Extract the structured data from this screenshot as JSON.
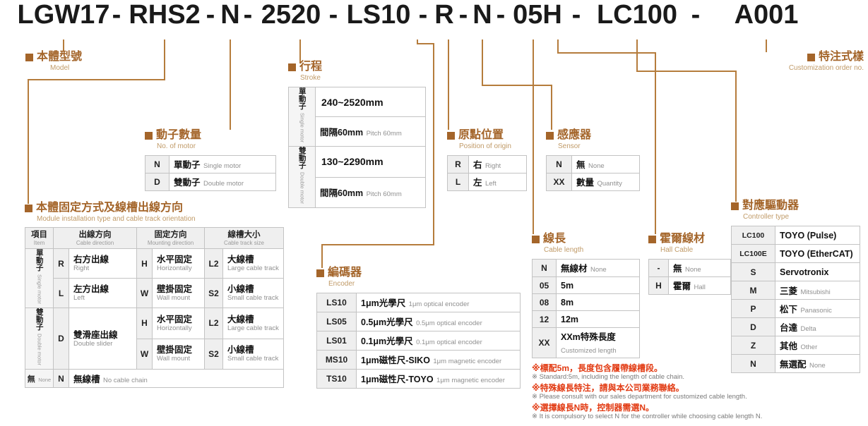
{
  "colors": {
    "accent": "#A4652A",
    "accent_light": "#C09A67",
    "line": "#B57C3C",
    "red": "#E23A12"
  },
  "model_code": {
    "separator": "-",
    "segments": [
      "LGW17",
      "RHS2",
      "N",
      "2520",
      "LS10",
      "R",
      "N",
      "05H",
      "LC100",
      "A001"
    ]
  },
  "sections": {
    "model": {
      "title": "本體型號",
      "subtitle": "Model"
    },
    "custom": {
      "title": "特注式樣",
      "subtitle": "Customization order no."
    },
    "motor_count": {
      "title": "動子數量",
      "subtitle": "No. of motor",
      "rows": [
        {
          "code": "N",
          "zh": "單動子",
          "en": "Single motor"
        },
        {
          "code": "D",
          "zh": "雙動子",
          "en": "Double motor"
        }
      ]
    },
    "stroke": {
      "title": "行程",
      "subtitle": "Stroke",
      "groups": [
        {
          "zh": "單動子",
          "en": "Single motor",
          "range": "240~2520mm",
          "pitch_zh": "間隔60mm",
          "pitch_en": "Pitch 60mm"
        },
        {
          "zh": "雙動子",
          "en": "Double motor",
          "range": "130~2290mm",
          "pitch_zh": "間隔60mm",
          "pitch_en": "Pitch 60mm"
        }
      ]
    },
    "origin": {
      "title": "原點位置",
      "subtitle": "Position of origin",
      "rows": [
        {
          "code": "R",
          "zh": "右",
          "en": "Right"
        },
        {
          "code": "L",
          "zh": "左",
          "en": "Left"
        }
      ]
    },
    "sensor": {
      "title": "感應器",
      "subtitle": "Sensor",
      "rows": [
        {
          "code": "N",
          "zh": "無",
          "en": "None"
        },
        {
          "code": "XX",
          "zh": "數量",
          "en": "Quantity"
        }
      ]
    },
    "installation": {
      "title": "本體固定方式及線槽出線方向",
      "subtitle": "Module installation type and cable track orientation",
      "headers": {
        "item_zh": "項目",
        "item_en": "Item",
        "direction_zh": "出線方向",
        "direction_en": "Cable direction",
        "mounting_zh": "固定方向",
        "mounting_en": "Mounting direction",
        "size_zh": "線槽大小",
        "size_en": "Cable track size"
      },
      "single": {
        "group_zh": "單動子",
        "group_en": "Single motor",
        "r_code": "R",
        "r_zh": "右方出線",
        "r_en": "Right",
        "l_code": "L",
        "l_zh": "左方出線",
        "l_en": "Left",
        "h_code": "H",
        "h_zh": "水平固定",
        "h_en": "Horizontally",
        "w_code": "W",
        "w_zh": "壁掛固定",
        "w_en": "Wall mount",
        "l2_code": "L2",
        "l2_zh": "大線槽",
        "l2_en": "Large cable track",
        "s2_code": "S2",
        "s2_zh": "小線槽",
        "s2_en": "Small cable track"
      },
      "double": {
        "group_zh": "雙動子",
        "group_en": "Double motor",
        "d_code": "D",
        "d_zh": "雙滑座出線",
        "d_en": "Double slider",
        "h_code": "H",
        "h_zh": "水平固定",
        "h_en": "Horizontally",
        "w_code": "W",
        "w_zh": "壁掛固定",
        "w_en": "Wall mount",
        "l2_code": "L2",
        "l2_zh": "大線槽",
        "l2_en": "Large cable track",
        "s2_code": "S2",
        "s2_zh": "小線槽",
        "s2_en": "Small cable track"
      },
      "none": {
        "group_zh": "無",
        "group_en": "None",
        "n_code": "N",
        "n_zh": "無線槽",
        "n_en": "No cable chain"
      }
    },
    "encoder": {
      "title": "編碼器",
      "subtitle": "Encoder",
      "rows": [
        {
          "code": "LS10",
          "zh": "1μm光學尺",
          "en": "1μm optical encoder"
        },
        {
          "code": "LS05",
          "zh": "0.5μm光學尺",
          "en": "0.5μm optical encoder"
        },
        {
          "code": "LS01",
          "zh": "0.1μm光學尺",
          "en": "0.1μm optical encoder"
        },
        {
          "code": "MS10",
          "zh": "1μm磁性尺-SIKO",
          "en": "1μm magnetic encoder"
        },
        {
          "code": "TS10",
          "zh": "1μm磁性尺-TOYO",
          "en": "1μm magnetic encoder"
        }
      ]
    },
    "cable_length": {
      "title": "線長",
      "subtitle": "Cable length",
      "rows": [
        {
          "code": "N",
          "zh": "無線材",
          "en": "None"
        },
        {
          "code": "05",
          "zh": "5m",
          "en": ""
        },
        {
          "code": "08",
          "zh": "8m",
          "en": ""
        },
        {
          "code": "12",
          "zh": "12m",
          "en": ""
        },
        {
          "code": "XX",
          "zh": "XXm特殊長度",
          "en": "Customized length"
        }
      ],
      "notes": [
        {
          "zh": "※標配5m，長度包含履帶線槽段。",
          "en": "※ Standard:5m, including the length of cable chain."
        },
        {
          "zh": "※特殊線長特注，請與本公司業務聯絡。",
          "en": "※ Please consult with our sales department for customized cable length."
        },
        {
          "zh": "※選擇線長N時，控制器需選N。",
          "en": "※ It is compulsory to select N for the controller while choosing cable length N."
        }
      ]
    },
    "hall_cable": {
      "title": "霍爾線材",
      "subtitle": "Hall Cable",
      "rows": [
        {
          "code": "-",
          "zh": "無",
          "en": "None"
        },
        {
          "code": "H",
          "zh": "霍爾",
          "en": "Hall"
        }
      ]
    },
    "controller": {
      "title": "對應驅動器",
      "subtitle": "Controller type",
      "rows": [
        {
          "code": "LC100",
          "zh": "TOYO (Pulse)",
          "en": ""
        },
        {
          "code": "LC100E",
          "zh": "TOYO (EtherCAT)",
          "en": ""
        },
        {
          "code": "S",
          "zh": "Servotronix",
          "en": ""
        },
        {
          "code": "M",
          "zh": "三菱",
          "en": "Mitsubishi"
        },
        {
          "code": "P",
          "zh": "松下",
          "en": "Panasonic"
        },
        {
          "code": "D",
          "zh": "台達",
          "en": "Delta"
        },
        {
          "code": "Z",
          "zh": "其他",
          "en": "Other"
        },
        {
          "code": "N",
          "zh": "無選配",
          "en": "None"
        }
      ]
    }
  }
}
